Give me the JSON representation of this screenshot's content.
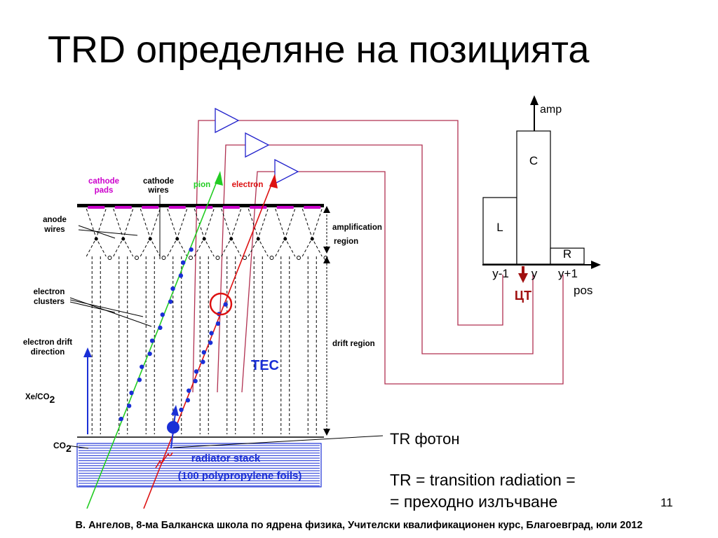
{
  "slide": {
    "title": "TRD определяне на позицията",
    "slide_number": "11",
    "footer": "В. Ангелов, 8-ма Балканска школа по ядрена физика, Учителски квалификационен курс, Благоевград, юли 2012"
  },
  "detector": {
    "cathode_pads": [
      "cathode",
      "pads"
    ],
    "cathode_wires": [
      "cathode",
      "wires"
    ],
    "pion": "pion",
    "electron": "electron",
    "anode_wires": [
      "anode",
      "wires"
    ],
    "electron_clusters": [
      "electron",
      "clusters"
    ],
    "electron_drift_direction": [
      "electron drift",
      "direction"
    ],
    "xe_co2_main": "Xe/CO",
    "xe_co2_sub": "2",
    "co2_main": "CO",
    "co2_sub": "2",
    "amplification_region": [
      "amplification",
      "region"
    ],
    "drift_region": "drift region",
    "tec": "TEC",
    "radiator_stack": "radiator stack",
    "polypropylene": "(100 polypropylene foils)"
  },
  "histogram": {
    "amp_label": "amp",
    "pos_label": "pos",
    "bars": [
      {
        "name": "L",
        "amplitude": 0.5
      },
      {
        "name": "C",
        "amplitude": 1.0
      },
      {
        "name": "R",
        "amplitude": 0.12
      }
    ],
    "ticks": [
      "y-1",
      "y",
      "y+1"
    ],
    "ct_label": "ЦТ"
  },
  "annotations": {
    "tr_photon": "TR фотон",
    "tr_definition_line1": "TR = transition radiation =",
    "tr_definition_line2": "= преходно излъчване"
  },
  "colors": {
    "pion_track": "#22cc22",
    "electron_track": "#dd1111",
    "cathode_pads": "#cc00cc",
    "clusters": "#1a2fd6",
    "readout_wires": "#b03050",
    "ct_arrow": "#a01010",
    "radiator": "#1a2fd6"
  }
}
